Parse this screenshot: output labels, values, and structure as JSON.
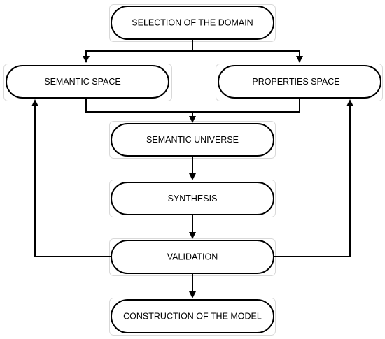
{
  "nodes": {
    "selection": {
      "label": "SELECTION OF THE DOMAIN"
    },
    "semantic_space": {
      "label": "SEMANTIC SPACE"
    },
    "properties_space": {
      "label": "PROPERTIES  SPACE"
    },
    "semantic_universe": {
      "label": "SEMANTIC UNIVERSE"
    },
    "synthesis": {
      "label": "SYNTHESIS"
    },
    "validation": {
      "label": "VALIDATION"
    },
    "construction": {
      "label": "CONSTRUCTION OF THE MODEL"
    }
  }
}
